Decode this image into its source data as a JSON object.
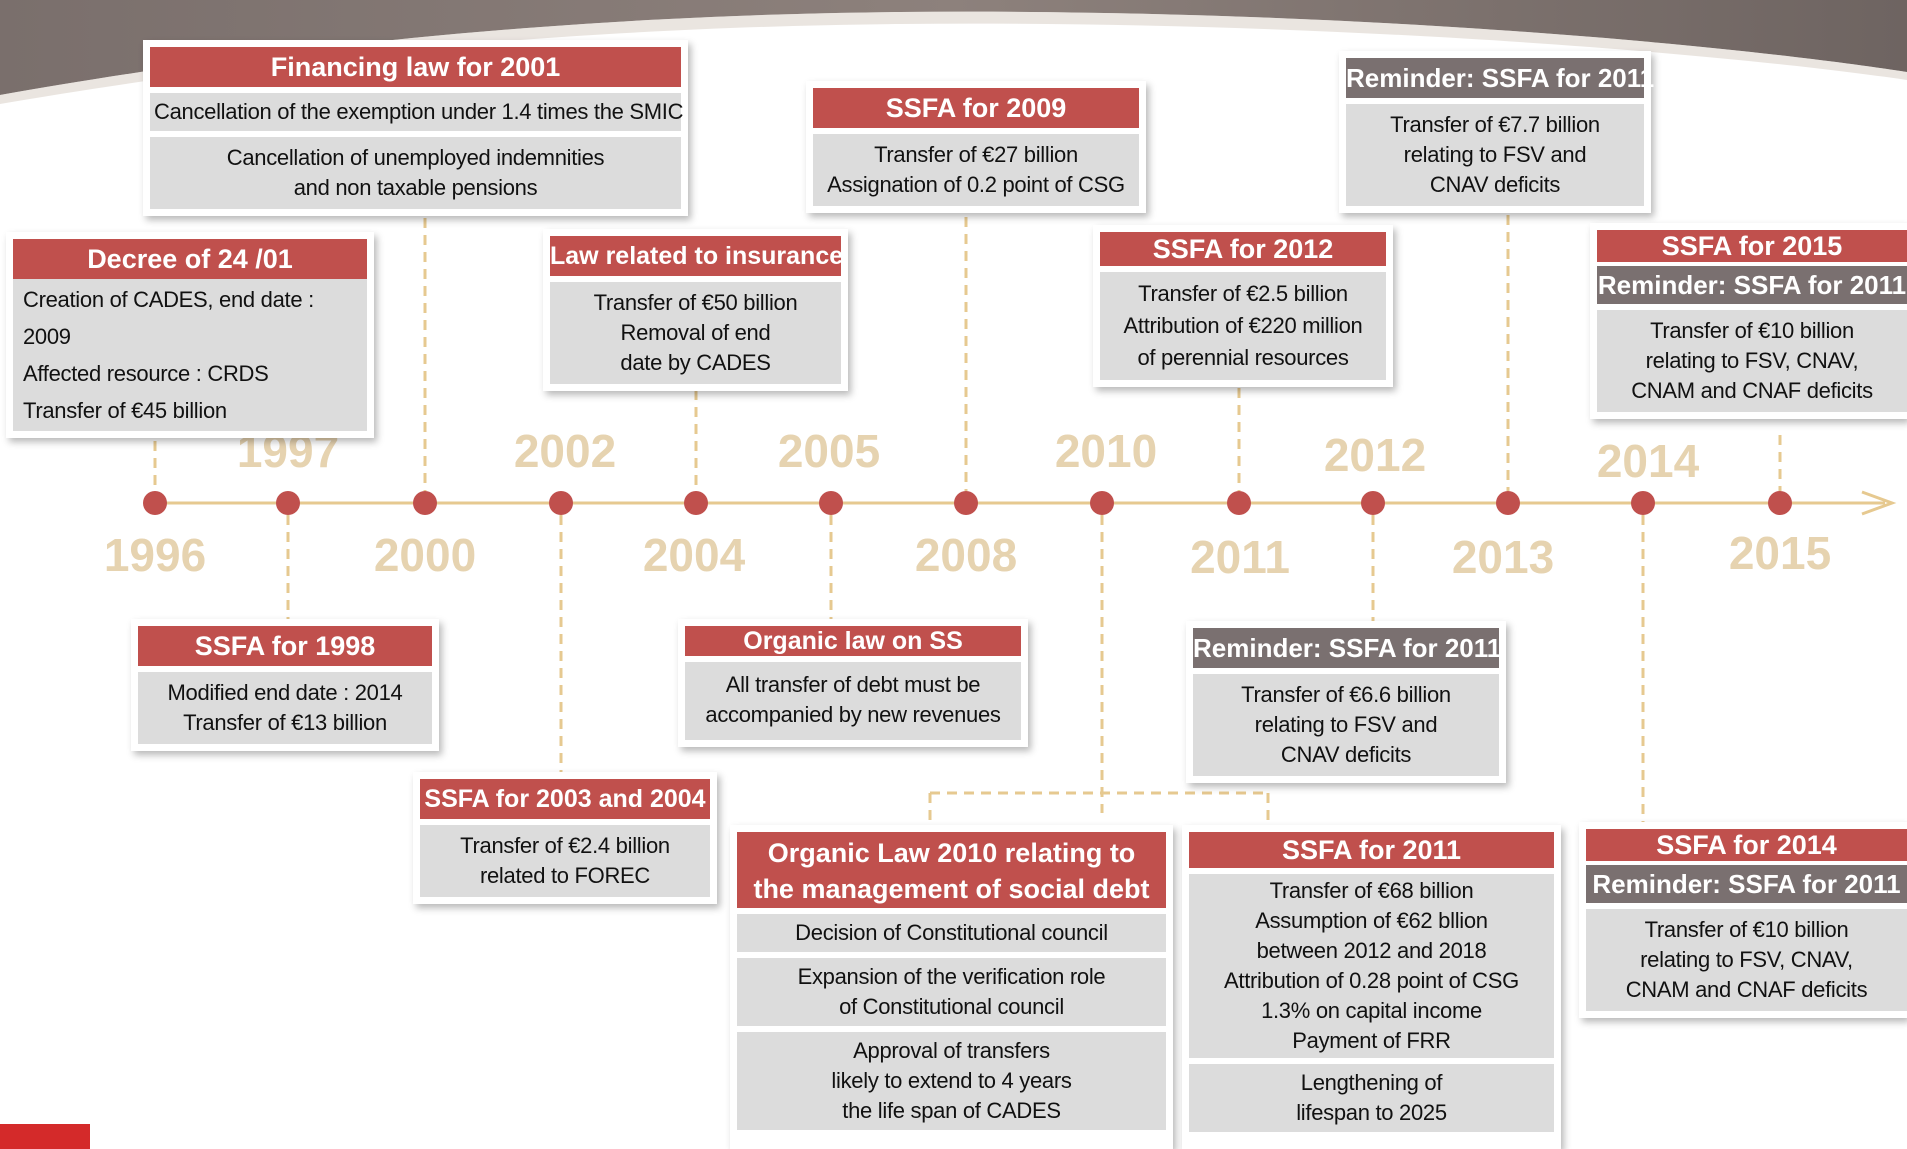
{
  "colors": {
    "header_red": "#c0504d",
    "header_grey": "#7a7070",
    "body_grey": "#dcdcdc",
    "year_tan": "#e6d3b0",
    "connector": "#e6c990",
    "dot": "#c0504d"
  },
  "years": [
    "1996",
    "1997",
    "2000",
    "2002",
    "2004",
    "2005",
    "2008",
    "2010",
    "2011",
    "2012",
    "2013",
    "2014",
    "2015"
  ],
  "cards": {
    "decree_2401": {
      "header": "Decree of 24 /01",
      "lines": [
        "Creation of CADES, end date : 2009\nAffected resource : CRDS\nTransfer of €45 billion"
      ]
    },
    "financing_law_2001": {
      "header": "Financing law  for 2001",
      "lines": [
        "Cancellation of the exemption under 1.4 times the SMIC",
        "Cancellation of  unemployed indemnities\nand non taxable pensions"
      ]
    },
    "law_insurance": {
      "header": "Law related to insurance",
      "lines": [
        "Transfer of €50 billion\nRemoval of end\ndate by CADES"
      ]
    },
    "ssfa_2009": {
      "header": "SSFA for 2009",
      "lines": [
        "Transfer of €27 billion\nAssignation of 0.2 point of CSG"
      ]
    },
    "ssfa_2012": {
      "header": "SSFA for  2012",
      "lines": [
        "Transfer of €2.5 billion\nAttribution of €220 million\nof perennial resources"
      ]
    },
    "reminder_2013": {
      "header": "Reminder: SSFA for 2011",
      "lines": [
        "Transfer of €7.7 billion\nrelating to FSV and\nCNAV deficits"
      ]
    },
    "ssfa_2015": {
      "header": "SSFA for 2015",
      "subheader": "Reminder: SSFA for 2011",
      "lines": [
        "Transfer of €10 billion\nrelating to FSV, CNAV,\nCNAM and CNAF deficits"
      ]
    },
    "ssfa_1998": {
      "header": "SSFA for 1998",
      "lines": [
        "Modified end date : 2014\nTransfer of €13 billion"
      ]
    },
    "organic_law_ss": {
      "header": "Organic law on SS",
      "lines": [
        "All transfer of debt must be\naccompanied by new  revenues"
      ]
    },
    "reminder_2012": {
      "header": "Reminder: SSFA for 2011",
      "lines": [
        "Transfer of €6.6 billion\nrelating to FSV and\nCNAV deficits"
      ]
    },
    "ssfa_2003_2004": {
      "header": "SSFA for 2003 and 2004",
      "lines": [
        "Transfer  of €2.4 billion\nrelated to FOREC"
      ]
    },
    "organic_law_2010": {
      "header": "Organic Law 2010 relating to\nthe management of social  debt",
      "lines": [
        "Decision of Constitutional council",
        "Expansion of the verification role\nof Constitutional council",
        "Approval of transfers\nlikely to extend to 4 years\nthe life span of CADES"
      ]
    },
    "ssfa_2011": {
      "header": "SSFA for 2011",
      "lines": [
        "Transfer of €68 billion\nAssumption of €62 bllion\nbetween 2012 and 2018\nAttribution of 0.28 point of CSG\n1.3% on capital income\nPayment of FRR",
        "Lengthening of\nlifespan to 2025"
      ]
    },
    "ssfa_2014": {
      "header": "SSFA for 2014",
      "subheader": "Reminder: SSFA for 2011",
      "lines": [
        "Transfer of €10 billion\nrelating to FSV, CNAV,\nCNAM and CNAF deficits"
      ]
    }
  }
}
